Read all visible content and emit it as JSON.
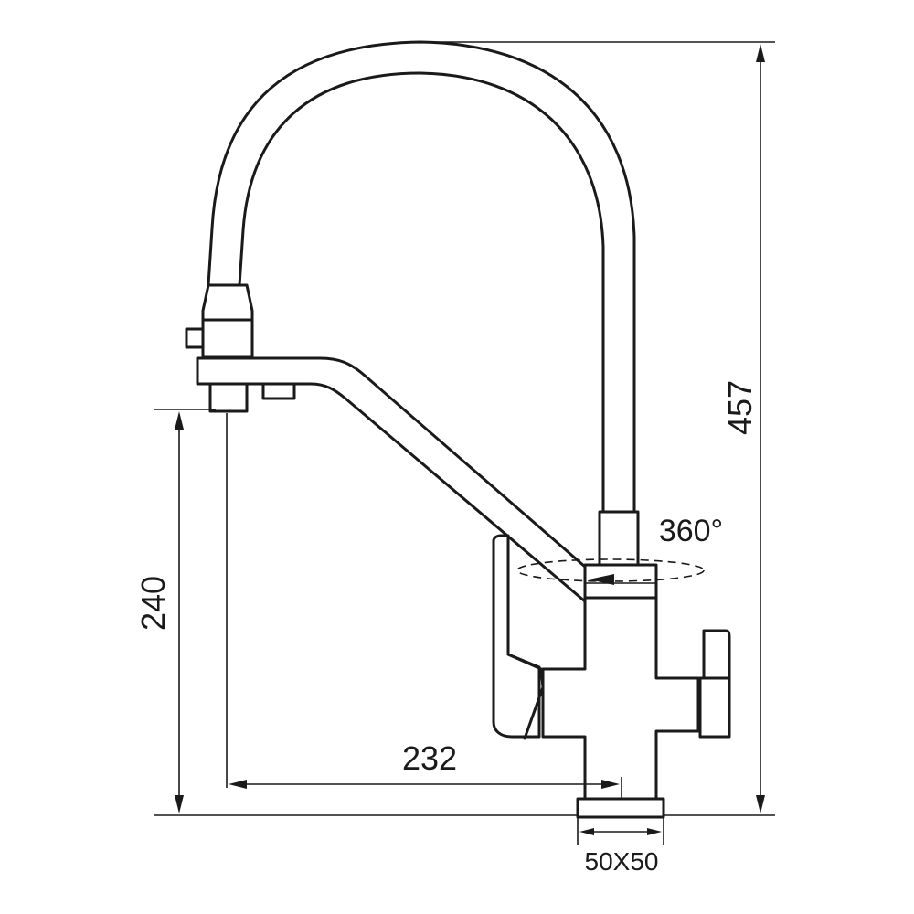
{
  "drawing": {
    "subject": "faucet-dimension-drawing",
    "dimensions": {
      "total_height": "457",
      "spout_height": "240",
      "spout_reach": "232",
      "base_size": "50X50",
      "rotation": "360°"
    }
  }
}
